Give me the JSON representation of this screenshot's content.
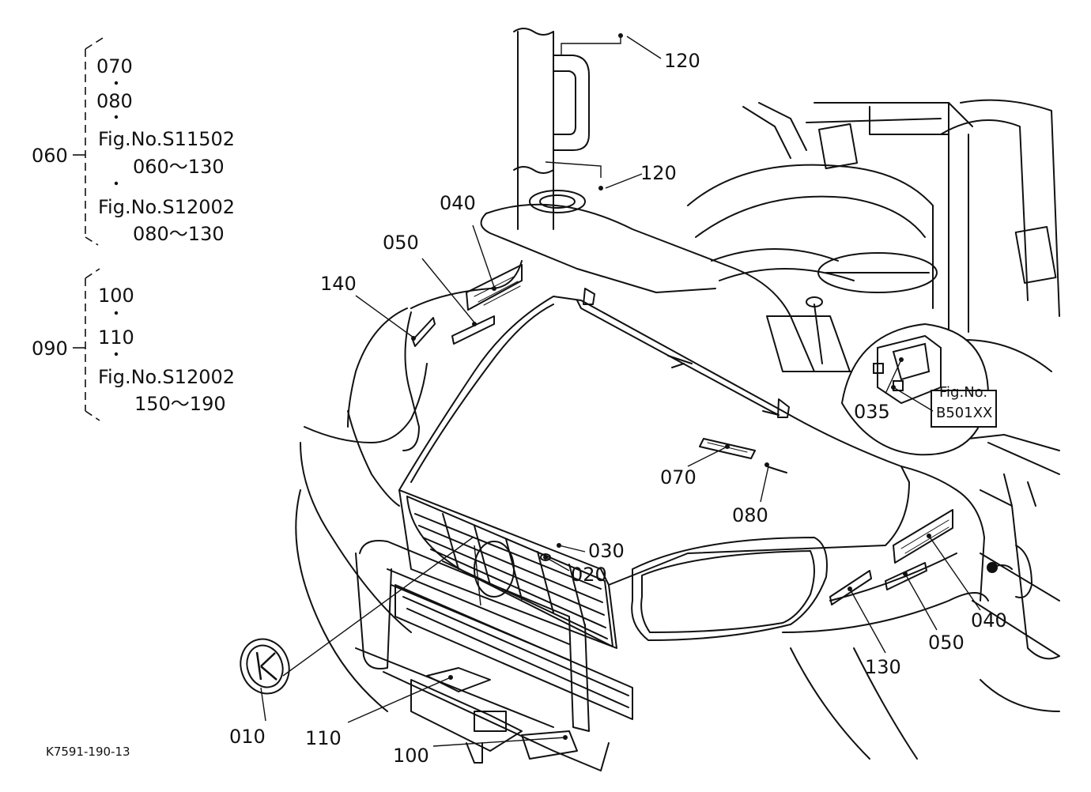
{
  "drawing_code": "K7591-190-13",
  "group_060": {
    "parent": "060",
    "items": [
      "070",
      "080",
      "Fig.No.S11502",
      "060～130",
      "Fig.No.S12002",
      "080～130"
    ]
  },
  "group_090": {
    "parent": "090",
    "items": [
      "100",
      "110",
      "Fig.No.S12002",
      "150～190"
    ]
  },
  "inset": {
    "fig_label": "Fig.No.",
    "fig_ref": "B501XX",
    "part": "035"
  },
  "callouts": {
    "c010": "010",
    "c020": "020",
    "c030": "030",
    "c040a": "040",
    "c040b": "040",
    "c050a": "050",
    "c050b": "050",
    "c070": "070",
    "c080": "080",
    "c100": "100",
    "c110": "110",
    "c120a": "120",
    "c120b": "120",
    "c130": "130",
    "c140": "140"
  }
}
